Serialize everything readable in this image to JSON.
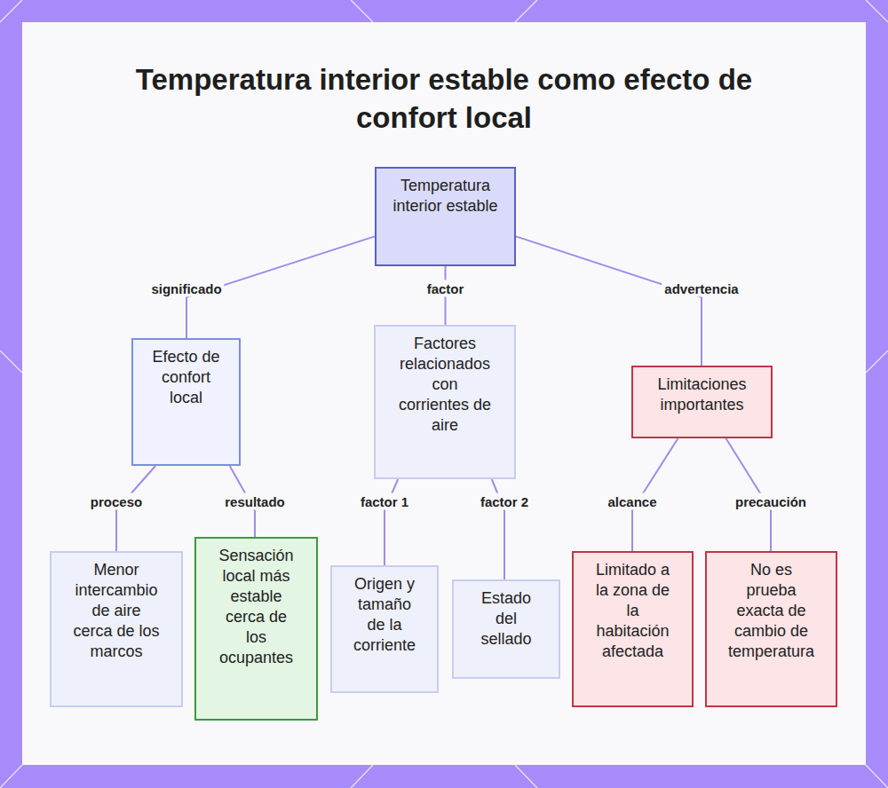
{
  "diagram": {
    "title": "Temperatura interior estable como efecto de confort local",
    "nodes": [
      {
        "text": [
          "Temperatura interior estable"
        ]
      },
      {
        "text": [
          "Efecto de confort local"
        ]
      },
      {
        "text": [
          "Factores relacionados con corrientes de aire"
        ]
      },
      {
        "text": [
          "Limitaciones importantes"
        ]
      },
      {
        "text": [
          "Menor intercambio de aire cerca de los marcos"
        ]
      },
      {
        "text": [
          "Sensación local más estable cerca de los ocupantes"
        ]
      },
      {
        "text": [
          "Origen y tamaño de la corriente"
        ]
      },
      {
        "text": [
          "Estado del sellado"
        ]
      },
      {
        "text": [
          "Limitado a la zona de la habitación afectada"
        ]
      },
      {
        "text": [
          "No es prueba exacta de cambio de temperatura"
        ]
      }
    ],
    "edges": [
      {
        "from": 0,
        "to": 1,
        "label": "significado",
        "arrow": "none"
      },
      {
        "from": 0,
        "to": 2,
        "label": "factor",
        "arrow": "none"
      },
      {
        "from": 0,
        "to": 3,
        "label": "advertencia",
        "arrow": "none"
      },
      {
        "from": 1,
        "to": 4,
        "label": "proceso",
        "arrow": "none"
      },
      {
        "from": 1,
        "to": 5,
        "label": "resultado",
        "arrow": "none"
      },
      {
        "from": 2,
        "to": 6,
        "label": "factor 1",
        "arrow": "none"
      },
      {
        "from": 2,
        "to": 7,
        "label": "factor 2",
        "arrow": "none"
      },
      {
        "from": 3,
        "to": 8,
        "label": "alcance",
        "arrow": "none"
      },
      {
        "from": 3,
        "to": 9,
        "label": "precaución",
        "arrow": "none"
      }
    ]
  }
}
